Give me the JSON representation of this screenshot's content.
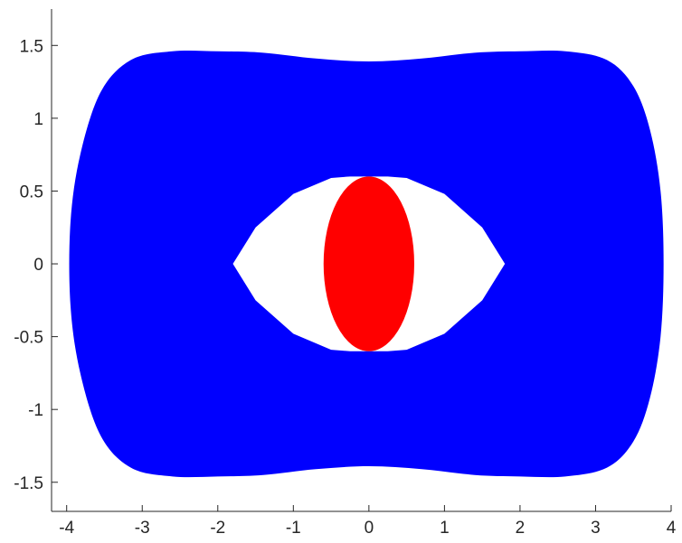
{
  "chart_data": {
    "type": "area",
    "title": "",
    "xlabel": "",
    "ylabel": "",
    "xlim": [
      -4.2,
      4.0
    ],
    "ylim": [
      -1.7,
      1.75
    ],
    "grid": false,
    "box": false,
    "x_ticks": [
      -4,
      -3,
      -2,
      -1,
      0,
      1,
      2,
      3,
      4
    ],
    "x_tick_labels": [
      "-4",
      "-3",
      "-2",
      "-1",
      "0",
      "1",
      "2",
      "3",
      "4"
    ],
    "y_ticks": [
      -1.5,
      -1,
      -0.5,
      0,
      0.5,
      1,
      1.5
    ],
    "y_tick_labels": [
      "-1.5",
      "-1",
      "-0.5",
      "0",
      "0.5",
      "1",
      "1.5"
    ],
    "series": [
      {
        "kind": "filled-region-with-hole",
        "color": "#0000ff",
        "outer_boundary": [
          [
            3.9,
            0
          ],
          [
            3.86,
            0.5
          ],
          [
            3.72,
            0.92
          ],
          [
            3.5,
            1.22
          ],
          [
            3.15,
            1.4
          ],
          [
            2.6,
            1.46
          ],
          [
            2.0,
            1.46
          ],
          [
            1.4,
            1.45
          ],
          [
            0.7,
            1.41
          ],
          [
            0.0,
            1.39
          ],
          [
            -0.7,
            1.41
          ],
          [
            -1.4,
            1.45
          ],
          [
            -2.0,
            1.46
          ],
          [
            -2.6,
            1.46
          ],
          [
            -3.15,
            1.4
          ],
          [
            -3.55,
            1.18
          ],
          [
            -3.82,
            0.75
          ],
          [
            -3.95,
            0.28
          ],
          [
            -3.95,
            -0.28
          ],
          [
            -3.82,
            -0.75
          ],
          [
            -3.55,
            -1.18
          ],
          [
            -3.15,
            -1.4
          ],
          [
            -2.6,
            -1.46
          ],
          [
            -2.0,
            -1.46
          ],
          [
            -1.4,
            -1.45
          ],
          [
            -0.7,
            -1.41
          ],
          [
            0.0,
            -1.39
          ],
          [
            0.7,
            -1.41
          ],
          [
            1.4,
            -1.45
          ],
          [
            2.0,
            -1.46
          ],
          [
            2.6,
            -1.46
          ],
          [
            3.15,
            -1.4
          ],
          [
            3.5,
            -1.22
          ],
          [
            3.72,
            -0.92
          ],
          [
            3.86,
            -0.5
          ]
        ],
        "hole_boundary": [
          [
            1.8,
            0
          ],
          [
            1.5,
            0.25
          ],
          [
            1.0,
            0.48
          ],
          [
            0.5,
            0.59
          ],
          [
            0.25,
            0.6
          ],
          [
            0,
            0.6
          ],
          [
            -0.25,
            0.6
          ],
          [
            -0.5,
            0.59
          ],
          [
            -1.0,
            0.48
          ],
          [
            -1.5,
            0.25
          ],
          [
            -1.8,
            0
          ],
          [
            -1.5,
            -0.25
          ],
          [
            -1.0,
            -0.48
          ],
          [
            -0.5,
            -0.59
          ],
          [
            -0.25,
            -0.6
          ],
          [
            0,
            -0.6
          ],
          [
            0.25,
            -0.6
          ],
          [
            0.5,
            -0.59
          ],
          [
            1.0,
            -0.48
          ],
          [
            1.5,
            -0.25
          ]
        ]
      },
      {
        "kind": "filled-ellipse",
        "color": "#ff0000",
        "center": [
          0,
          0
        ],
        "semi_axis_x": 0.6,
        "semi_axis_y": 0.6
      }
    ]
  }
}
